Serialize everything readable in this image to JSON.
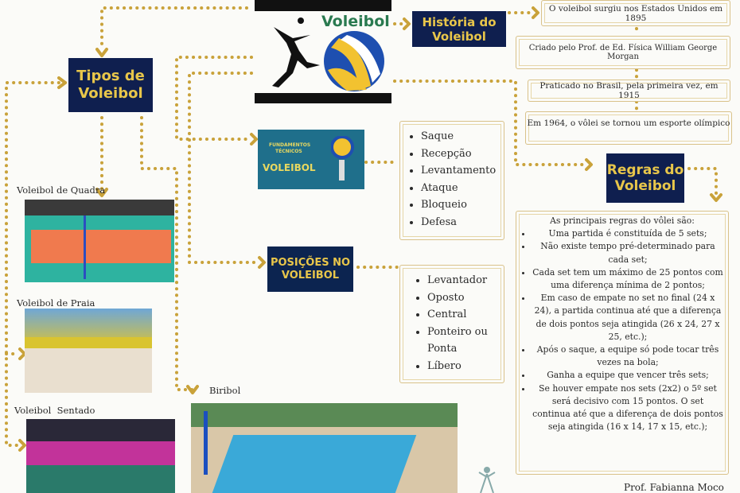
{
  "logo": {
    "title": "Voleibol"
  },
  "nodes": {
    "tipos": "Tipos de Voleibol",
    "historia": "História do Voleibol",
    "regras": "Regras do Voleibol",
    "posicoes": "POSIÇÕES NO VOLEIBOL",
    "fundamentos_line1": "FUNDAMENTOS",
    "fundamentos_line2": "TÉCNICOS",
    "fundamentos_line3": "VOLEIBOL"
  },
  "historia_items": [
    "O voleibol surgiu nos Estados Unidos em 1895",
    "Criado pelo Prof. de Ed. Física William George Morgan",
    "Praticado no Brasil, pela primeira vez, em 1915",
    "Em 1964, o vôlei se tornou um esporte olímpico"
  ],
  "fundamentos_items": [
    "Saque",
    "Recepção",
    "Levantamento",
    "Ataque",
    "Bloqueio",
    "Defesa"
  ],
  "posicoes_items": [
    "Levantador",
    "Oposto",
    "Central",
    "Ponteiro ou Ponta",
    "Líbero"
  ],
  "tipos_items": [
    "Voleibol de Quadra",
    "Voleibol de Praia",
    "Voleibol  Sentado",
    "Biribol"
  ],
  "regras": {
    "intro": "As principais regras do vôlei são:",
    "items": [
      "Uma partida é constituída de 5 sets;",
      "Não existe tempo pré-determinado para cada set;",
      "Cada set tem um máximo de 25 pontos com uma diferença mínima de 2 pontos;",
      "Em caso de empate no set no final (24 x 24), a partida continua até que a diferença de dois pontos seja atingida (26 x 24, 27 x 25, etc.);",
      "Após o saque, a equipe só pode tocar três vezes na bola;",
      "Ganha a equipe que vencer três sets;",
      "Se houver empate nos sets (2x2) o 5º set será decisivo com 15 pontos. O set continua até que a diferença de dois pontos seja atingida (16 x 14, 17 x 15, etc.);"
    ]
  },
  "author": "Prof. Fabianna Moco",
  "colors": {
    "navy": "#0f1f4f",
    "gold": "#c9a23a",
    "title_gold": "#e8c64a"
  }
}
